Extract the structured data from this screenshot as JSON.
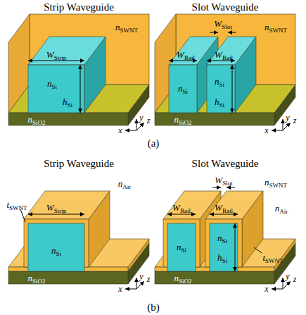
{
  "diagram": {
    "labels": [
      "Strip Waveguide",
      "Slot Waveguide",
      "nSWNT",
      "WStrip",
      "nSi",
      "hSi",
      "nSiO2",
      "y",
      "z",
      "x",
      "WSlot",
      "nSWNT",
      "WRail",
      "WRail",
      "nSi",
      "nSi",
      "hSi",
      "nSiO2",
      "y",
      "z",
      "x",
      "(a)",
      "Strip Waveguide",
      "Slot Waveguide",
      "nAir",
      "tSWNT",
      "WStrip",
      "nSi",
      "nSiO2",
      "y",
      "z",
      "x",
      "WSlot",
      "nSWNT",
      "nAir",
      "WRail",
      "WRail",
      "nSi",
      "nSi",
      "hSi",
      "tSWNT",
      "nSiO2",
      "y",
      "z",
      "x",
      "(b)"
    ]
  }
}
